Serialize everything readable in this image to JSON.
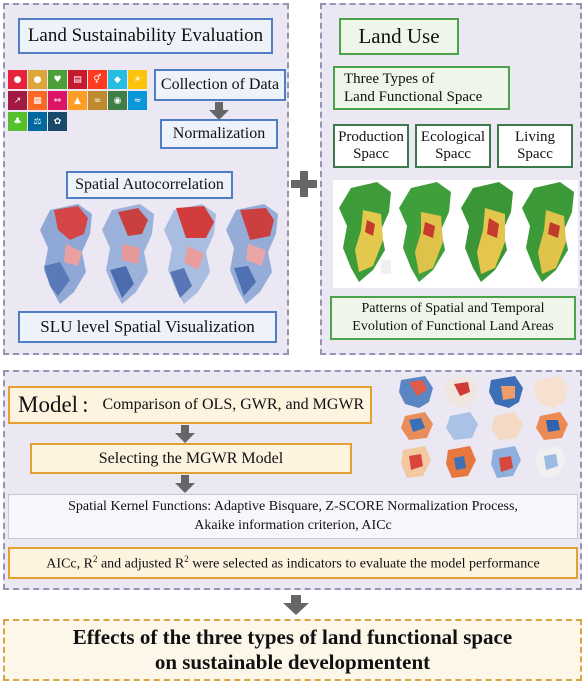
{
  "left_panel": {
    "title": "Land Sustainability Evaluation",
    "collection": "Collection of Data",
    "normalization": "Normalization",
    "spatial_autocorrelation": "Spatial Autocorrelation",
    "visualization": "SLU level Spatial Visualization",
    "sdg_icons": [
      "sdg-icon",
      "sdg-icon",
      "sdg-icon",
      "sdg-icon",
      "sdg-icon",
      "sdg-icon",
      "sdg-icon",
      "sdg-icon",
      "sdg-icon",
      "sdg-icon",
      "sdg-icon",
      "sdg-icon",
      "sdg-icon",
      "sdg-icon",
      "sdg-icon"
    ]
  },
  "plus_icon": "plus-icon",
  "right_panel": {
    "title": "Land Use",
    "three_types_line1": "Three Types of",
    "three_types_line2": "Land Functional Space",
    "production_line1": "Production",
    "production_line2": "Spacc",
    "ecological_line1": "Ecological",
    "ecological_line2": "Spacc",
    "living_line1": "Living",
    "living_line2": "Spacc",
    "patterns_line1": "Patterns of Spatial and Temporal",
    "patterns_line2": "Evolution of Functional Land Areas"
  },
  "model_panel": {
    "model_label": "Model",
    "model_colon": ":",
    "comparison": "Comparison of OLS, GWR, and MGWR",
    "selecting": "Selecting the MGWR Model",
    "kernel_line1": "Spatial Kernel Functions: Adaptive Bisquare, Z-SCORE Normalization Process,",
    "kernel_line2": "Akaike information criterion, AICc",
    "indicators_pre": "AICc, R",
    "indicators_sup1": "2",
    "indicators_mid": " and adjusted R",
    "indicators_sup2": "2",
    "indicators_post": " were selected as indicators to evaluate the model performance"
  },
  "final": {
    "line1": "Effects of the three types of land functional space",
    "line2": "on sustainable developmentent"
  },
  "colors": {
    "blue_border": "#4f7ec4",
    "green_border": "#4aa34a",
    "orange_border": "#e5a033",
    "arrow_gray": "#666666",
    "panel_bg": "#ebe8f4"
  }
}
